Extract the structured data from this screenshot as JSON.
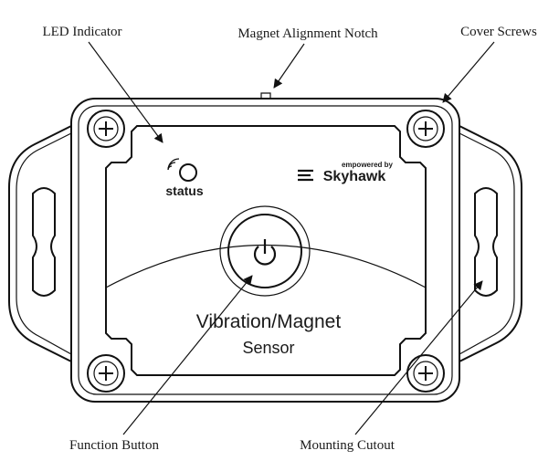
{
  "callouts": {
    "led_indicator": "LED Indicator",
    "magnet_notch": "Magnet Alignment Notch",
    "cover_screws": "Cover Screws",
    "function_button": "Function Button",
    "mounting_cutout": "Mounting Cutout"
  },
  "device": {
    "status_label": "status",
    "brand_tagline": "empowered by",
    "brand_name": "Skyhawk",
    "title_line1": "Vibration/Magnet",
    "title_line2": "Sensor"
  }
}
